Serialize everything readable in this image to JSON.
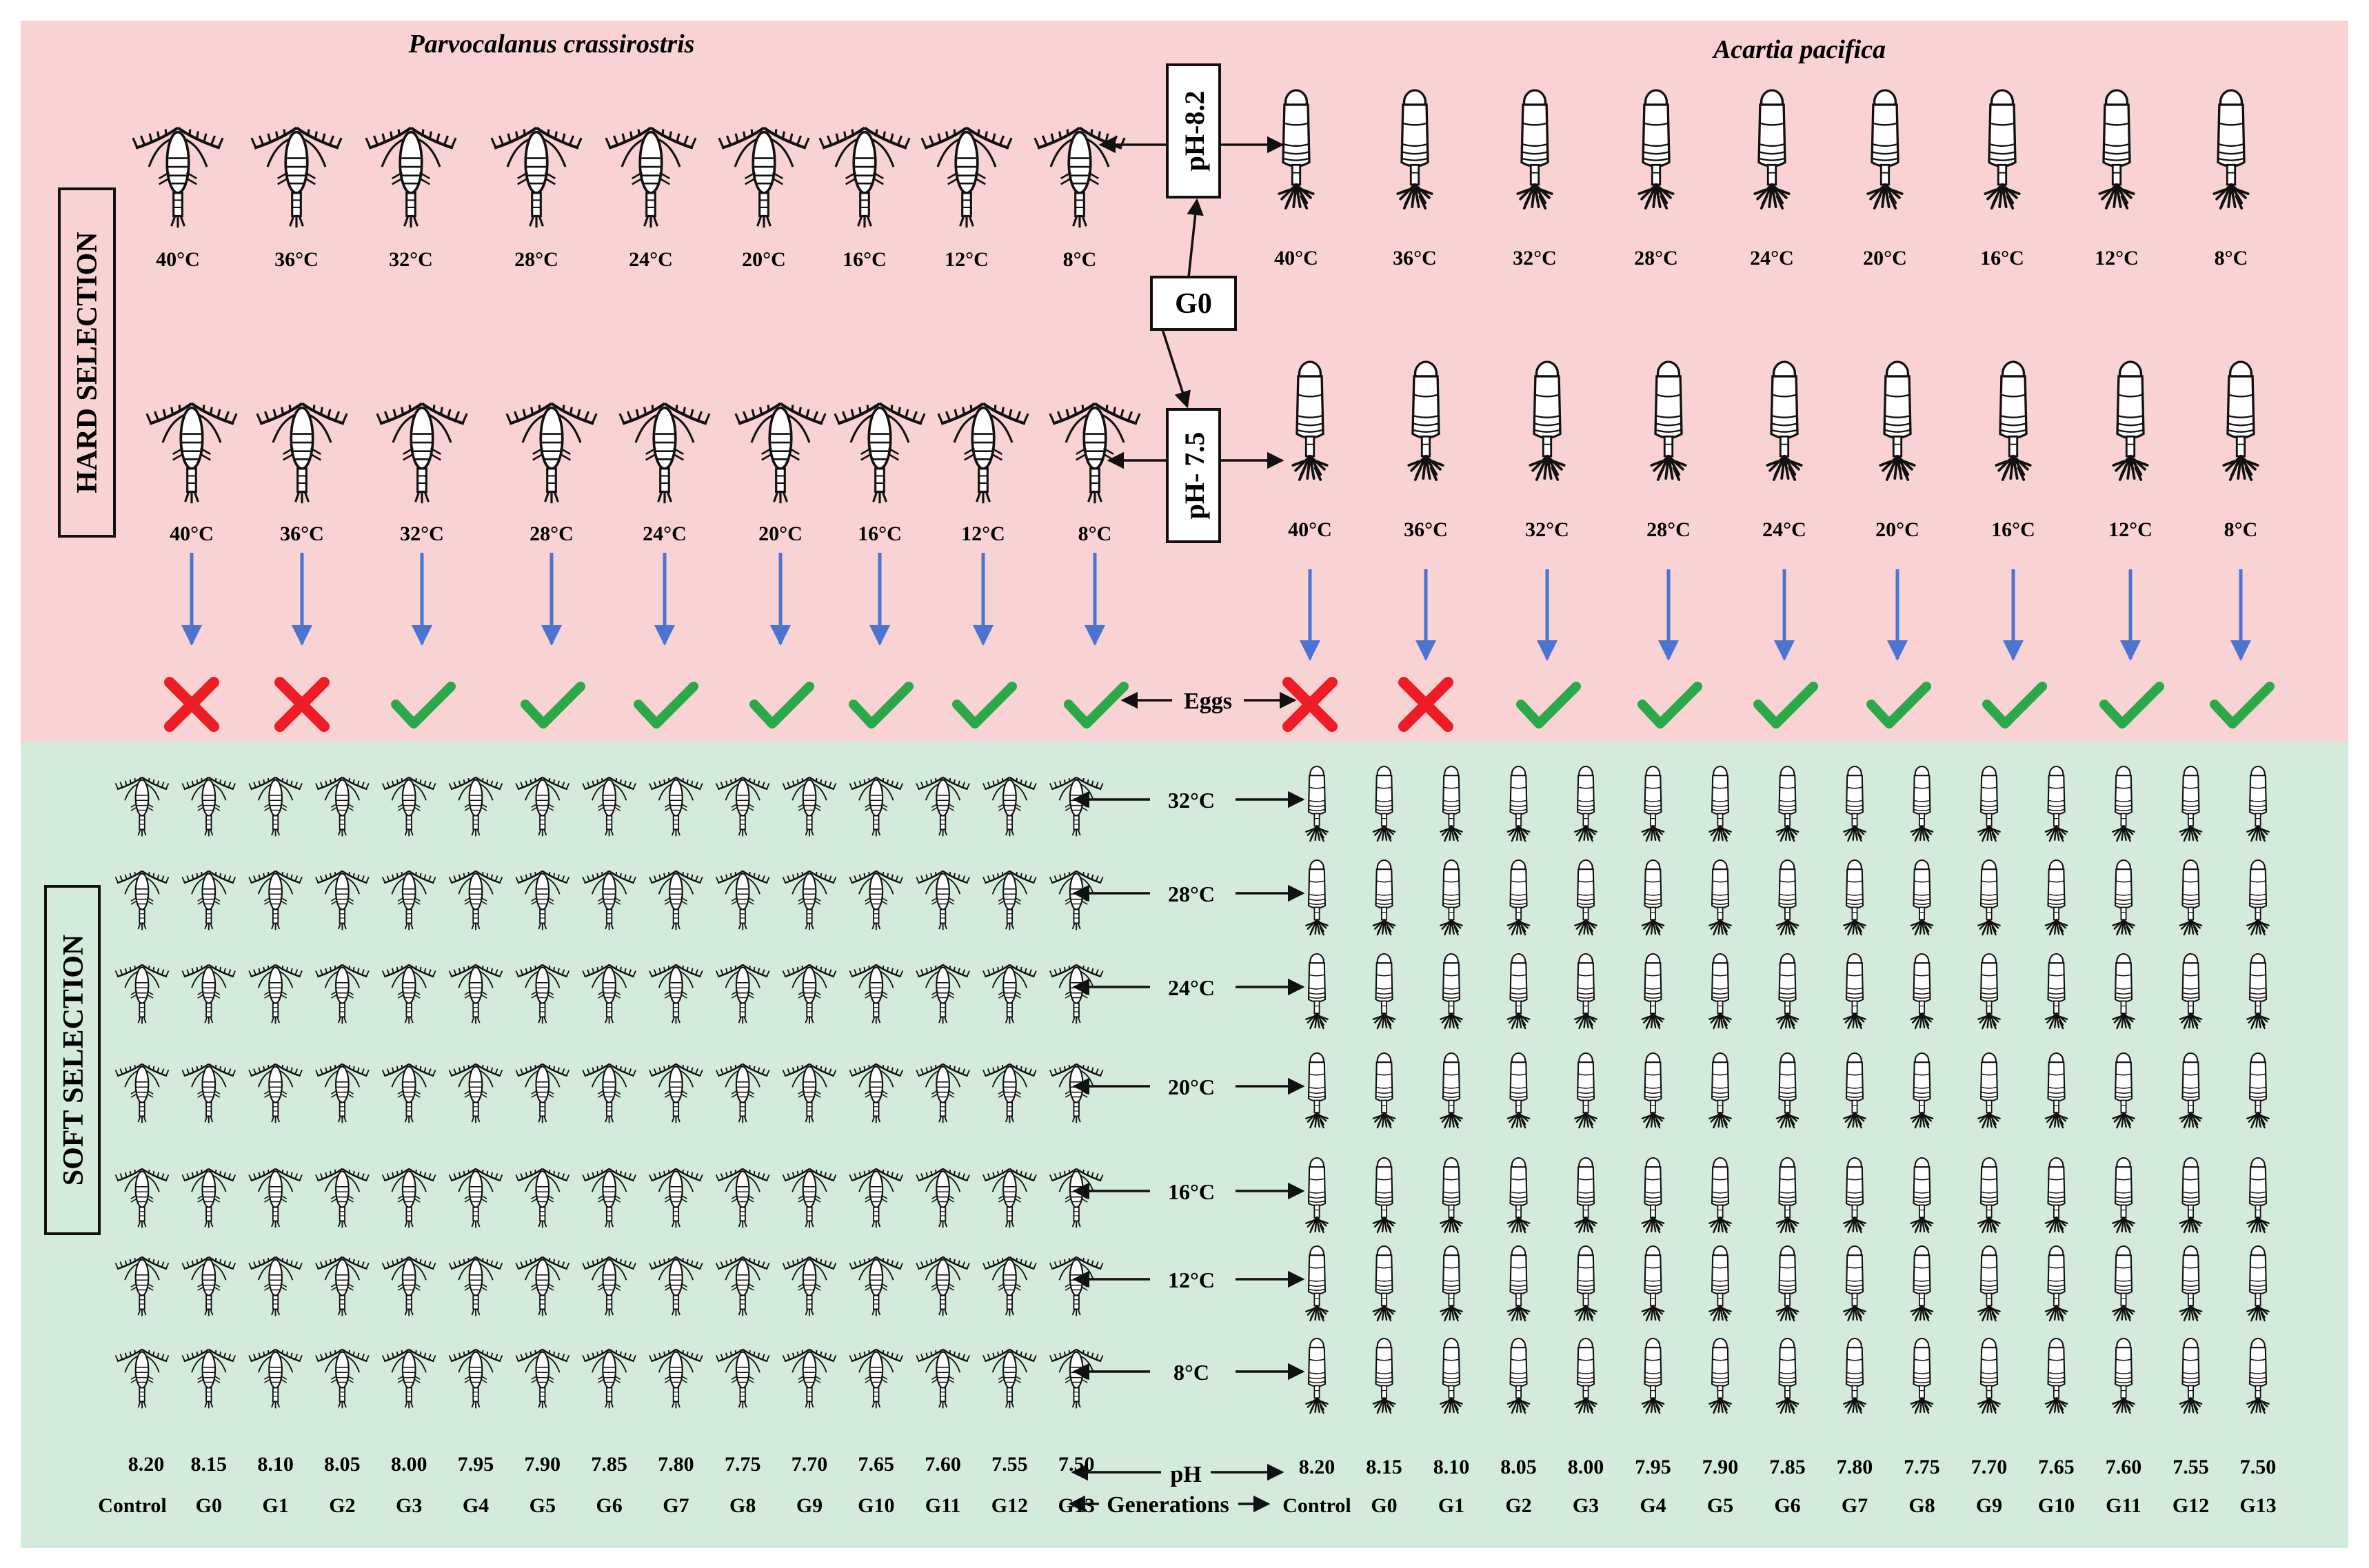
{
  "colors": {
    "hard_bg": "#f9d3d3",
    "soft_bg": "#d4ebdb",
    "arrow_blue": "#4a74d0",
    "cross_red": "#ee1c24",
    "check_green": "#2aa84a",
    "ink": "#111111"
  },
  "icons": {
    "species_a": "parvocalanus-copepod-icon",
    "species_b": "acartia-copepod-icon",
    "dead": "red-cross-icon",
    "survived": "green-check-icon"
  },
  "species": {
    "left": "Parvocalanus crassirostris",
    "right": "Acartia pacifica"
  },
  "sections": {
    "hard": "HARD SELECTION",
    "soft": "SOFT SELECTION"
  },
  "boxes": {
    "ph_high": "pH-8.2",
    "ph_low": "pH- 7.5",
    "g0": "G0"
  },
  "hard_temps": [
    "40°C",
    "36°C",
    "32°C",
    "28°C",
    "24°C",
    "20°C",
    "16°C",
    "12°C",
    "8°C"
  ],
  "hard_outcomes": {
    "left": [
      "cross",
      "cross",
      "check",
      "check",
      "check",
      "check",
      "check",
      "check",
      "check"
    ],
    "right": [
      "cross",
      "cross",
      "check",
      "check",
      "check",
      "check",
      "check",
      "check",
      "check"
    ]
  },
  "eggs_label": "Eggs",
  "soft_temps": [
    "32°C",
    "28°C",
    "24°C",
    "20°C",
    "16°C",
    "12°C",
    "8°C"
  ],
  "ph_values": [
    "8.20",
    "8.15",
    "8.10",
    "8.05",
    "8.00",
    "7.95",
    "7.90",
    "7.85",
    "7.80",
    "7.75",
    "7.70",
    "7.65",
    "7.60",
    "7.55",
    "7.50"
  ],
  "generations": [
    "Control",
    "G0",
    "G1",
    "G2",
    "G3",
    "G4",
    "G5",
    "G6",
    "G7",
    "G8",
    "G9",
    "G10",
    "G11",
    "G12",
    "G13"
  ],
  "axis_labels": {
    "ph": "pH",
    "generations": "Generations"
  }
}
